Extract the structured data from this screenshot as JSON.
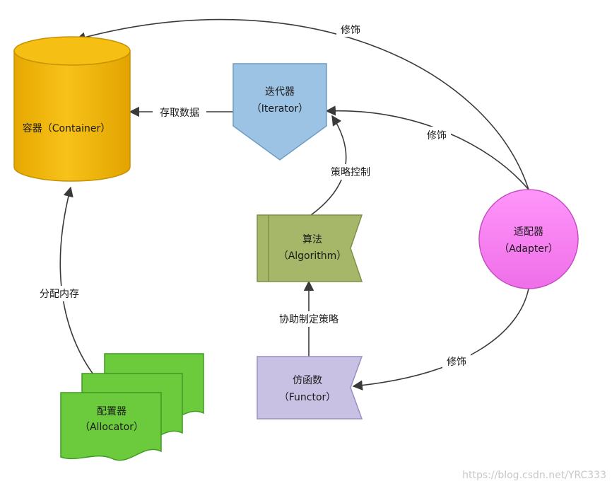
{
  "nodes": {
    "container": {
      "line1": "容器（Container）",
      "fill": "#f2b600",
      "stroke": "#c79200"
    },
    "iterator": {
      "line1": "迭代器",
      "line2": "（Iterator）",
      "fill": "#9cc3e4",
      "stroke": "#6f9cc4"
    },
    "algorithm": {
      "line1": "算法",
      "line2": "（Algorithm）",
      "fill": "#a6b76a",
      "stroke": "#7f9144"
    },
    "adapter": {
      "line1": "适配器",
      "line2": "（Adapter）",
      "fill": "#f57ff0",
      "stroke": "#c54fc0"
    },
    "functor": {
      "line1": "仿函数",
      "line2": "（Functor）",
      "fill": "#c9c1e4",
      "stroke": "#9a90c4"
    },
    "allocator": {
      "line1": "配置器",
      "line2": "（Allocator）",
      "fill": "#6ccb3c",
      "stroke": "#3f9a20"
    }
  },
  "edges": {
    "adapter_to_container": "修饰",
    "adapter_to_iterator": "修饰",
    "adapter_to_functor": "修饰",
    "iterator_to_container": "存取数据",
    "algorithm_to_iterator": "策略控制",
    "functor_to_algorithm": "协助制定策略",
    "allocator_to_container": "分配内存"
  },
  "watermark": "https://blog.csdn.net/YRC333"
}
